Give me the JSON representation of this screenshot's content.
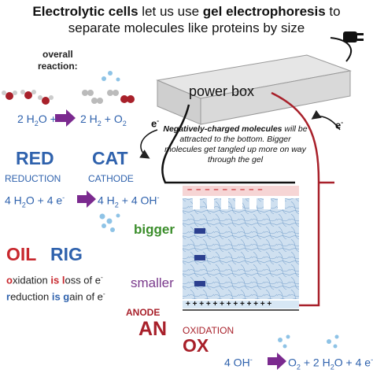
{
  "title": {
    "line1_a": "Electrolytic cells",
    "line1_b": " let us use ",
    "line1_c": "gel electrophoresis",
    "line1_d": " to",
    "line2": "separate molecules like proteins by size"
  },
  "overall": {
    "label": "overall\nreaction:",
    "eq_left": "2 H",
    "eq_left_sub": "2",
    "eq_left_end": "O +",
    "eq_right": "2 H",
    "eq_right_sub": "2",
    "eq_right_mid": " + O",
    "eq_right_sub2": "2"
  },
  "power_box_label": "power box",
  "electron_label": "e",
  "electron_sup": "-",
  "gel_note": {
    "bold": "Negatively-charged molecules",
    "rest": " will be attracted to the bottom. Bigger molecules get tangled up more on way through the gel"
  },
  "cathode": {
    "red": "RED",
    "cat": "CAT",
    "reduction": "REDUCTION",
    "cathode": "CATHODE",
    "eq_left": "4 H",
    "eq_left_sub": "2",
    "eq_left_mid": "O + 4 e",
    "eq_left_sup": "-",
    "eq_right": "4 H",
    "eq_right_sub": "2",
    "eq_right_mid": " + 4 OH",
    "eq_right_sup": "-"
  },
  "sizes": {
    "bigger": "bigger",
    "smaller": "smaller"
  },
  "minus_signs": "– – – – – – – – –",
  "plus_signs": "+ + + + + + + + + + + + +",
  "oilrig": {
    "oil": "OIL",
    "rig": "RIG",
    "line1_a": "o",
    "line1_b": "xidation ",
    "line1_c": "is",
    "line1_d": " ",
    "line1_e": "l",
    "line1_f": "oss of e",
    "line1_sup": "-",
    "line2_a": "r",
    "line2_b": "eduction ",
    "line2_c": "is",
    "line2_d": " ",
    "line2_e": "g",
    "line2_f": "ain of e",
    "line2_sup": "-"
  },
  "anode": {
    "anode": "ANODE",
    "an": "AN",
    "oxidation": "OXIDATION",
    "ox": "OX",
    "eq_left": "4 OH",
    "eq_left_sup": "-",
    "eq_right": "O",
    "eq_right_sub": "2",
    "eq_right_mid": " + 2 H",
    "eq_right_sub2": "2",
    "eq_right_end": "O + 4 e",
    "eq_right_sup": "-"
  },
  "colors": {
    "blue": "#2f62ad",
    "red": "#c8282e",
    "maroon": "#a8202a",
    "green": "#3a8d2a",
    "purple": "#7a3a8c",
    "gel": "#cfe0f0",
    "band": "#2b3f8f",
    "arrow": "#7b2a8f"
  }
}
